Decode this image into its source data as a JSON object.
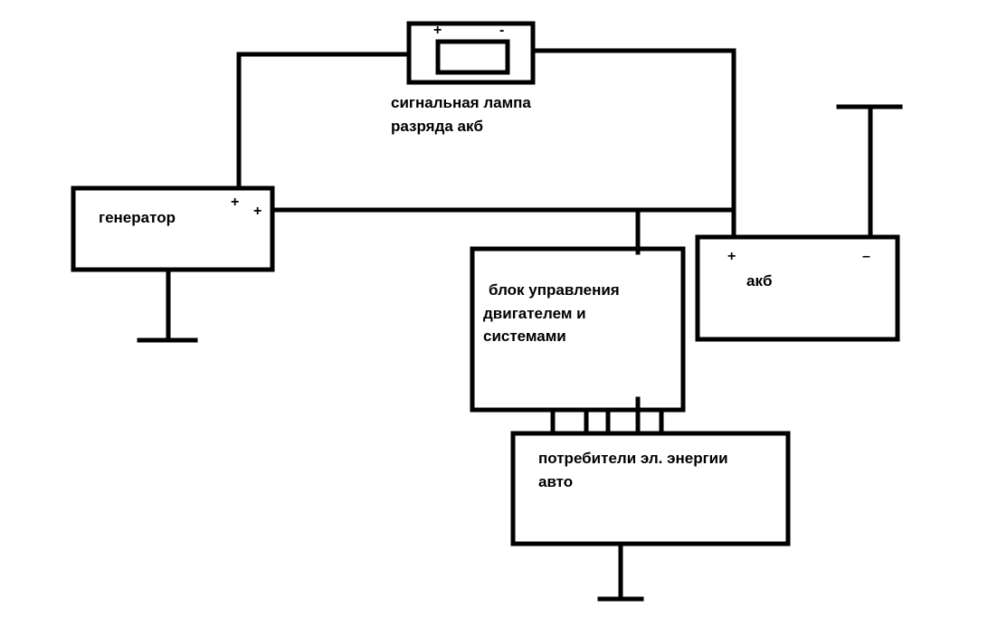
{
  "colors": {
    "line": "#000000",
    "background": "#ffffff"
  },
  "lamp": {
    "line1": "сигнальная лампа",
    "line2": "разряда акб",
    "plus": "+",
    "minus": "-"
  },
  "generator": {
    "label": "генератор",
    "plus_top": "+",
    "plus_right": "+"
  },
  "battery": {
    "label": "акб",
    "plus": "+",
    "minus": "–"
  },
  "ecu": {
    "line1": "блок управления",
    "line2": "двигателем и",
    "line3": "системами"
  },
  "consumers": {
    "line1": "потребители эл. энергии",
    "line2": "авто"
  }
}
